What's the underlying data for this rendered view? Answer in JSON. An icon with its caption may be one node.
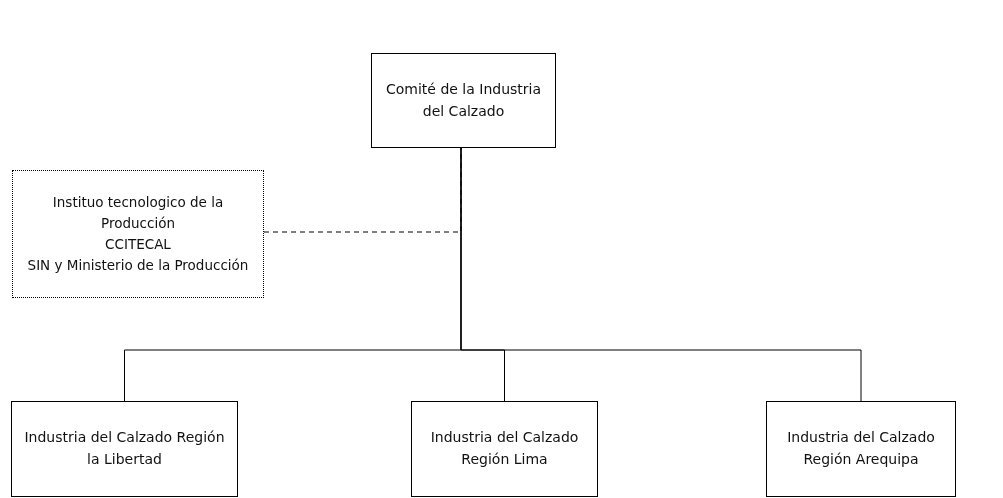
{
  "diagram": {
    "nodes": [
      {
        "text": [
          "Comité de la Industria del Calzado"
        ]
      },
      {
        "text": [
          "Instituo tecnologico de la Producción",
          "CCITECAL",
          "SIN y Ministerio de la Producción"
        ]
      },
      {
        "text": [
          "Industria del Calzado Región la Libertad"
        ]
      },
      {
        "text": [
          "Industria del Calzado Región Lima"
        ]
      },
      {
        "text": [
          "Industria del Calzado Región Arequipa"
        ]
      }
    ],
    "edges": [
      {
        "from": 1,
        "to": 0,
        "arrow": "none",
        "style": "dashed"
      },
      {
        "from": 0,
        "to": 2,
        "arrow": "none"
      },
      {
        "from": 0,
        "to": 3,
        "arrow": "none"
      },
      {
        "from": 0,
        "to": 4,
        "arrow": "none"
      }
    ]
  }
}
